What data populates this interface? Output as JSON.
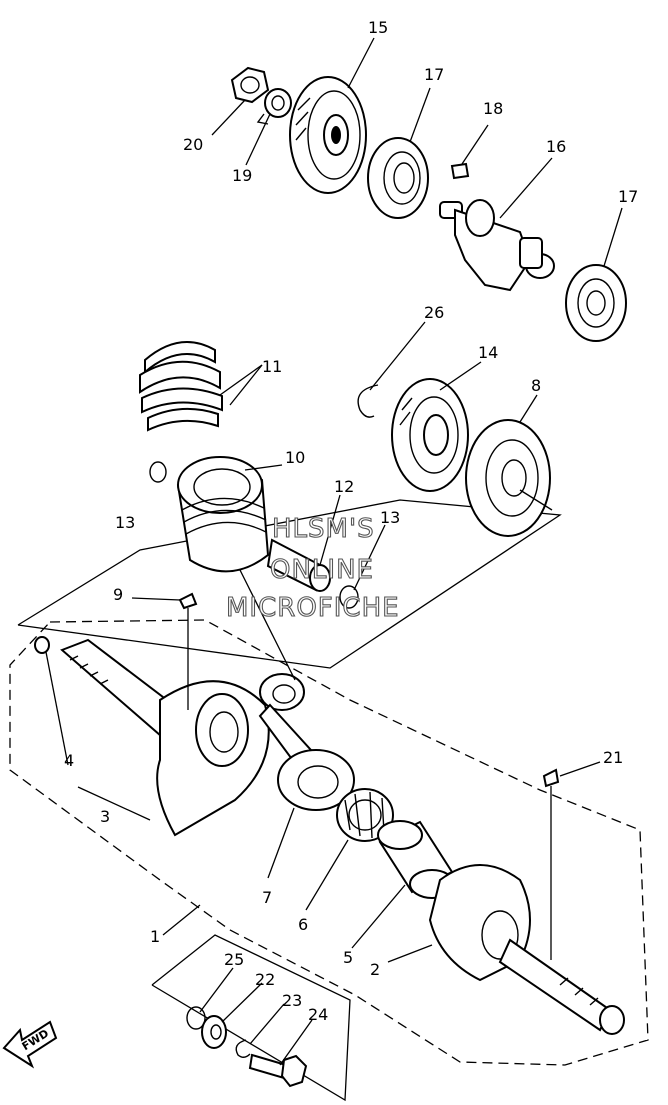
{
  "watermark": {
    "line1": "HLSM'S",
    "line2": "ONLINE",
    "line3": "MICROFICHE"
  },
  "fwd_label": "FWD",
  "callouts": {
    "c1": "1",
    "c2": "2",
    "c3": "3",
    "c4": "4",
    "c5": "5",
    "c6": "6",
    "c7": "7",
    "c8": "8",
    "c9": "9",
    "c10": "10",
    "c11": "11",
    "c12": "12",
    "c13a": "13",
    "c13b": "13",
    "c14": "14",
    "c15": "15",
    "c16": "16",
    "c17a": "17",
    "c17b": "17",
    "c18": "18",
    "c19": "19",
    "c20": "20",
    "c21": "21",
    "c22": "22",
    "c23": "23",
    "c24": "24",
    "c25": "25",
    "c26": "26"
  }
}
